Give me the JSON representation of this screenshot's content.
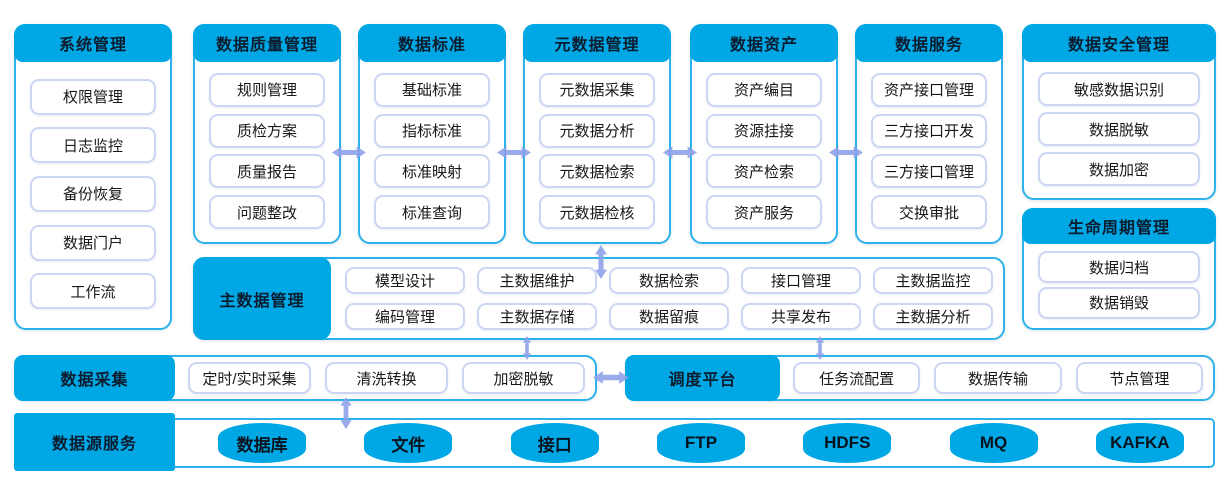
{
  "palette": {
    "header_blue": "#00a7e5",
    "panel_border_blue": "#2cb2ea",
    "chip_border": "#ccd6f3",
    "arrow_color": "#8c9fe9",
    "text_dark": "#0a1c2e"
  },
  "left_panel": {
    "title": "系统管理",
    "items": [
      "权限管理",
      "日志监控",
      "备份恢复",
      "数据门户",
      "工作流"
    ]
  },
  "top_panels": [
    {
      "title": "数据质量管理",
      "items": [
        "规则管理",
        "质检方案",
        "质量报告",
        "问题整改"
      ]
    },
    {
      "title": "数据标准",
      "items": [
        "基础标准",
        "指标标准",
        "标准映射",
        "标准查询"
      ]
    },
    {
      "title": "元数据管理",
      "items": [
        "元数据采集",
        "元数据分析",
        "元数据检索",
        "元数据检核"
      ]
    },
    {
      "title": "数据资产",
      "items": [
        "资产编目",
        "资源挂接",
        "资产检索",
        "资产服务"
      ]
    },
    {
      "title": "数据服务",
      "items": [
        "资产接口管理",
        "三方接口开发",
        "三方接口管理",
        "交换审批"
      ]
    }
  ],
  "right_panels": [
    {
      "title": "数据安全管理",
      "items": [
        "敏感数据识别",
        "数据脱敏",
        "数据加密"
      ]
    },
    {
      "title": "生命周期管理",
      "items": [
        "数据归档",
        "数据销毁"
      ]
    }
  ],
  "master_data_band": {
    "title": "主数据管理",
    "row1": [
      "模型设计",
      "主数据维护",
      "数据检索",
      "接口管理",
      "主数据监控"
    ],
    "row2": [
      "编码管理",
      "主数据存储",
      "数据留痕",
      "共享发布",
      "主数据分析"
    ]
  },
  "collection_band": {
    "title": "数据采集",
    "items": [
      "定时/实时采集",
      "清洗转换",
      "加密脱敏"
    ]
  },
  "scheduler_band": {
    "title": "调度平台",
    "items": [
      "任务流配置",
      "数据传输",
      "节点管理"
    ]
  },
  "source_band": {
    "title": "数据源服务",
    "items": [
      "数据库",
      "文件",
      "接口",
      "FTP",
      "HDFS",
      "MQ",
      "KAFKA"
    ]
  }
}
